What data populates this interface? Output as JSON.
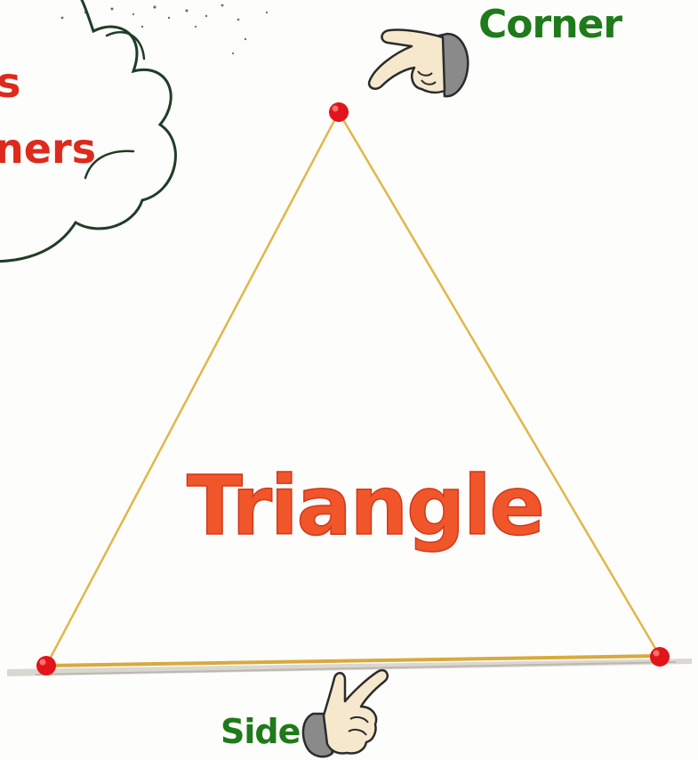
{
  "diagram": {
    "title": "Triangle",
    "labels": {
      "corner": "Corner",
      "side": "Side"
    },
    "cloud": {
      "line1": "s",
      "line2": "ners"
    },
    "colors": {
      "title": "#f0562a",
      "label_green": "#1f7a1a",
      "cloud_text_red": "#dd2a1c",
      "triangle_stroke": "#e2b64a",
      "vertex_dot": "#e2141b",
      "cloud_stroke": "#1f3d26"
    },
    "icons": {
      "corner_pointer": "pointing-hand-icon",
      "side_pointer": "pointing-hand-icon"
    }
  }
}
